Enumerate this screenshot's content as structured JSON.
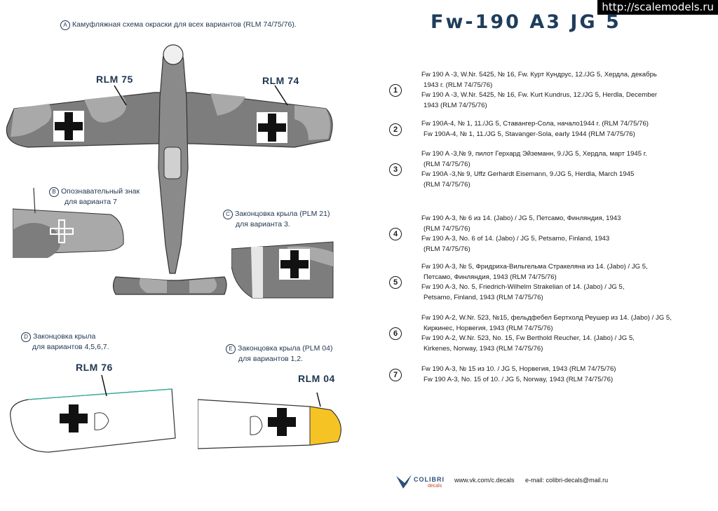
{
  "watermark": "http://scalemodels.ru",
  "title": "Fw-190 A3 JG 5",
  "captions": {
    "a_letter": "A",
    "a_text": "Камуфляжная схема окраски для всех вариантов (RLM 74/75/76).",
    "b_letter": "B",
    "b_line1": "Опознавательный знак",
    "b_line2": "для варианта 7",
    "c_letter": "C",
    "c_line1": "Законцовка крыла (PLM 21)",
    "c_line2": "для варианта 3.",
    "d_letter": "D",
    "d_line1": "Законцовка крыла",
    "d_line2": "для вариантов 4,5,6,7.",
    "e_letter": "E",
    "e_line1": "Законцовка крыла (PLM 04)",
    "e_line2": "для вариантов 1,2."
  },
  "rlm_labels": {
    "rlm75": "RLM 75",
    "rlm74": "RLM 74",
    "rlm76": "RLM 76",
    "rlm04": "RLM 04"
  },
  "variants": [
    {
      "num": "1",
      "lines": [
        "Fw 190 A -3, W.Nr. 5425, № 16, Fw. Курт Кундрус, 12./JG 5, Хердла, декабрь",
        "1943 г. (RLM 74/75/76)",
        "Fw 190 A -3, W.Nr. 5425, № 16, Fw. Kurt Kundrus, 12./JG 5, Herdla, December",
        "1943 (RLM 74/75/76)"
      ]
    },
    {
      "num": "2",
      "lines": [
        "Fw 190A-4,  № 1, 11./JG 5, Ставангер-Сола, начало1944 г. (RLM 74/75/76)",
        "Fw 190A-4, № 1, 11./JG 5, Stavanger-Sola, early 1944 (RLM 74/75/76)"
      ]
    },
    {
      "num": "3",
      "lines": [
        "Fw 190 A -3,№ 9, пилот Герхард Эйземанн, 9./JG 5, Хердла, март 1945 г.",
        "(RLM 74/75/76)",
        "Fw 190A -3,№ 9, Uffz Gerhardt Eisemann, 9./JG 5, Herdla, March 1945",
        "(RLM 74/75/76)"
      ]
    },
    {
      "num": "4",
      "lines": [
        "Fw 190 A-3, № 6 из 14. (Jabo) / JG 5, Петсамо, Финляндия, 1943",
        "(RLM 74/75/76)",
        "Fw 190 A-3, No. 6 of 14. (Jabo) / JG 5, Petsamo, Finland, 1943",
        "(RLM 74/75/76)"
      ]
    },
    {
      "num": "5",
      "lines": [
        "Fw 190 A-3, № 5, Фридриха-Вильгельма Стракеляна из 14. (Jabo) / JG 5,",
        "Петсамо, Финляндия, 1943 (RLM 74/75/76)",
        "Fw 190 A-3, No. 5, Friedrich-Wilhelm Strakelian of 14. (Jabo) / JG 5,",
        "Petsamo, Finland, 1943 (RLM 74/75/76)"
      ]
    },
    {
      "num": "6",
      "lines": [
        "Fw 190 A-2, W.Nr. 523, №15, фельдфебел Бертхолд Реушер из 14. (Jabo) / JG 5,",
        "Киркинес, Норвегия, 1943 (RLM 74/75/76)",
        "Fw 190 A-2, W.Nr. 523, No. 15, Fw Berthold Reucher, 14. (Jabo) / JG 5,",
        "Kirkenes, Norway, 1943 (RLM 74/75/76)"
      ]
    },
    {
      "num": "7",
      "lines": [
        "Fw 190 A-3, № 15 из 10. / JG 5, Норвегия, 1943 (RLM 74/75/76)",
        "Fw 190 A-3, No. 15 of 10. / JG 5, Norway, 1943 (RLM 74/75/76)"
      ]
    }
  ],
  "footer": {
    "logo_name": "COLIBRI",
    "logo_sub": "decals",
    "vk": "www.vk.com/c.decals",
    "email": "e-mail: colibri-decals@mail.ru"
  },
  "colors": {
    "rlm74": "#7d7d7d",
    "rlm75": "#a9a9a9",
    "rlm76": "#d9dde0",
    "rlm04": "#f5c324",
    "title": "#1f3d5c"
  }
}
